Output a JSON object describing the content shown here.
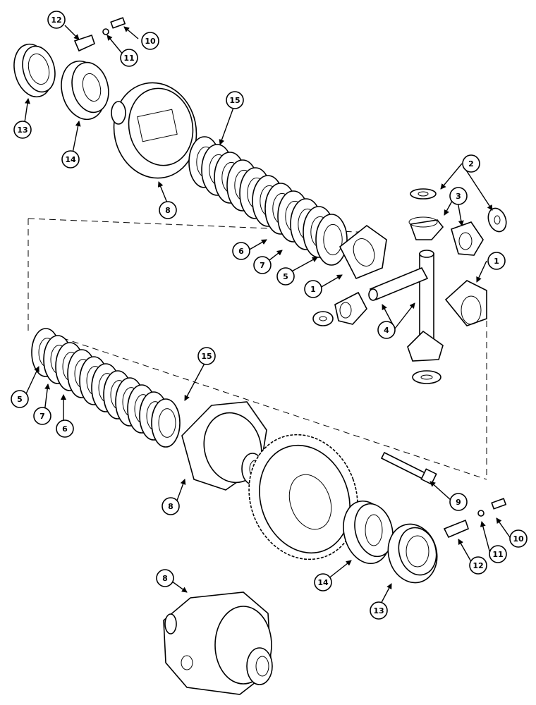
{
  "diagram": {
    "colors": {
      "ink": "#000000",
      "paper": "#ffffff"
    },
    "callouts": [
      {
        "id": "c-12-top",
        "label": "12"
      },
      {
        "id": "c-10-top",
        "label": "10"
      },
      {
        "id": "c-11-top",
        "label": "11"
      },
      {
        "id": "c-13-top",
        "label": "13"
      },
      {
        "id": "c-14-top",
        "label": "14"
      },
      {
        "id": "c-8-top",
        "label": "8"
      },
      {
        "id": "c-15-top",
        "label": "15"
      },
      {
        "id": "c-2",
        "label": "2"
      },
      {
        "id": "c-3",
        "label": "3"
      },
      {
        "id": "c-6-mid",
        "label": "6"
      },
      {
        "id": "c-7-mid",
        "label": "7"
      },
      {
        "id": "c-5-mid",
        "label": "5"
      },
      {
        "id": "c-1-left",
        "label": "1"
      },
      {
        "id": "c-1-right",
        "label": "1"
      },
      {
        "id": "c-4",
        "label": "4"
      },
      {
        "id": "c-5-low",
        "label": "5"
      },
      {
        "id": "c-7-low",
        "label": "7"
      },
      {
        "id": "c-6-low",
        "label": "6"
      },
      {
        "id": "c-15-low",
        "label": "15"
      },
      {
        "id": "c-8-mid",
        "label": "8"
      },
      {
        "id": "c-9",
        "label": "9"
      },
      {
        "id": "c-10-low",
        "label": "10"
      },
      {
        "id": "c-11-low",
        "label": "11"
      },
      {
        "id": "c-12-low",
        "label": "12"
      },
      {
        "id": "c-14-low",
        "label": "14"
      },
      {
        "id": "c-13-low",
        "label": "13"
      },
      {
        "id": "c-8-bottom",
        "label": "8"
      }
    ]
  }
}
